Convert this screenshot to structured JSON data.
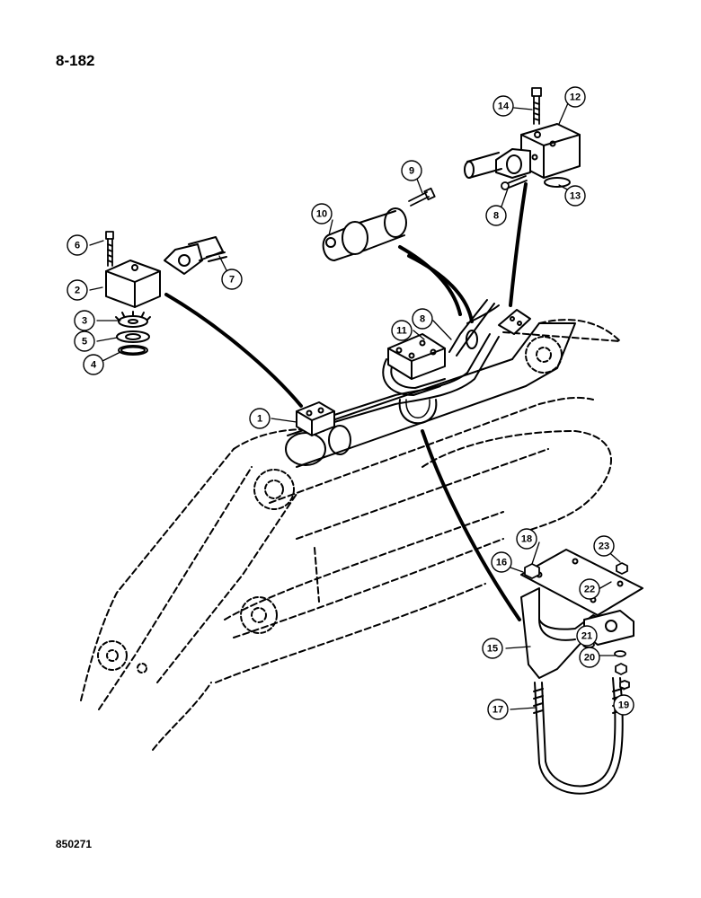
{
  "page": {
    "number": "8-182",
    "figure_id": "850271"
  },
  "callouts": [
    "1",
    "2",
    "3",
    "4",
    "5",
    "6",
    "7",
    "8",
    "8",
    "9",
    "10",
    "11",
    "12",
    "13",
    "14",
    "15",
    "16",
    "17",
    "18",
    "19",
    "20",
    "21",
    "22",
    "23"
  ],
  "colors": {
    "ink": "#000000",
    "paper": "#ffffff"
  }
}
